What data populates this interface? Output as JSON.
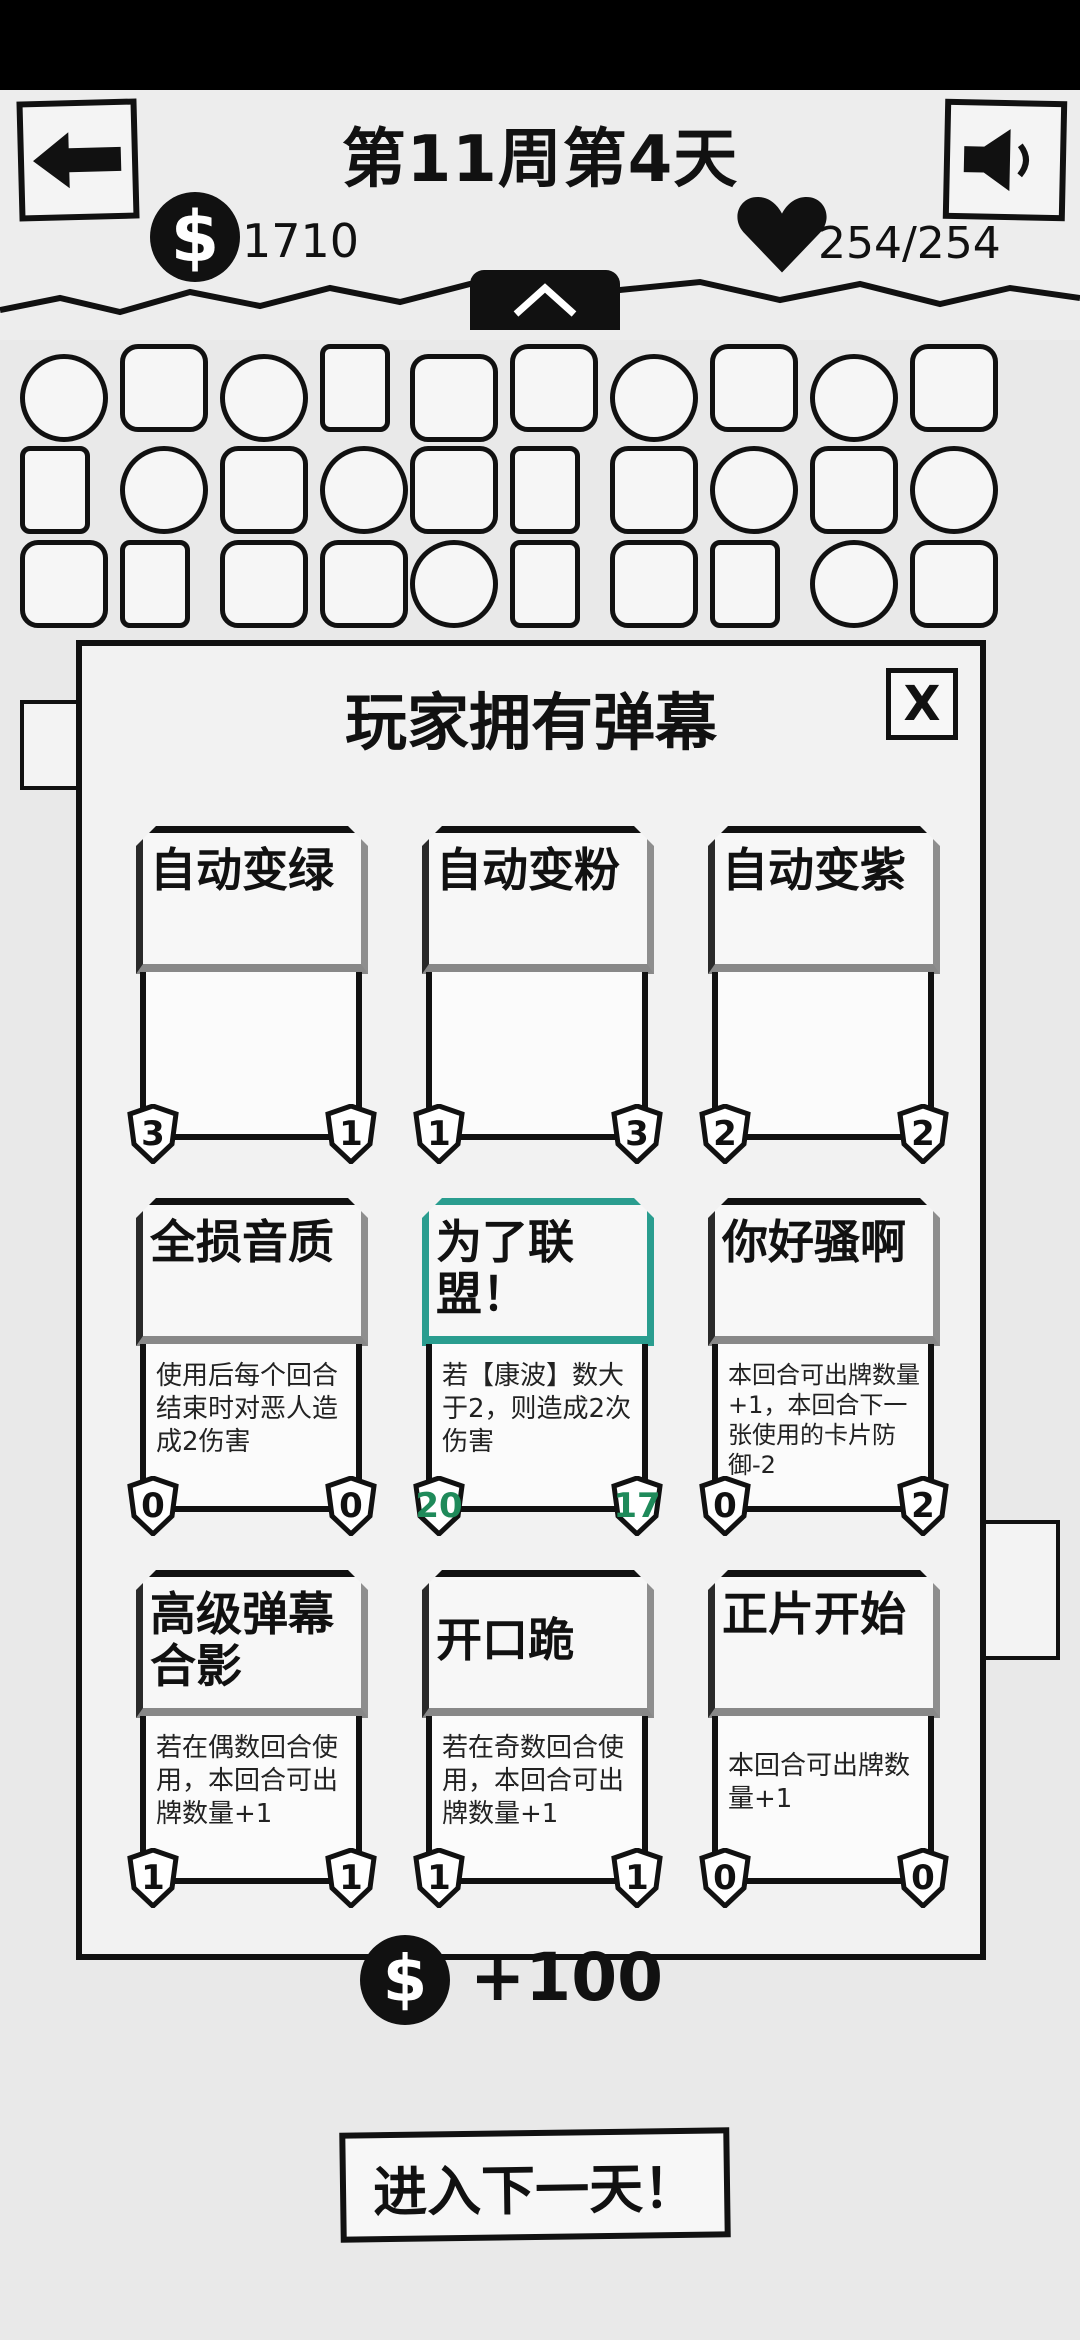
{
  "header": {
    "day_title": "第11周第4天",
    "money_symbol": "$",
    "money": "1710",
    "hp": "254/254"
  },
  "modal": {
    "title": "玩家拥有弹幕",
    "close_label": "X",
    "cards": [
      {
        "name": "自动变绿",
        "desc": "",
        "left": "3",
        "right": "1"
      },
      {
        "name": "自动变粉",
        "desc": "",
        "left": "1",
        "right": "3"
      },
      {
        "name": "自动变紫",
        "desc": "",
        "left": "2",
        "right": "2"
      },
      {
        "name": "全损音质",
        "desc": "使用后每个回合结束时对恶人造成2伤害",
        "left": "0",
        "right": "0"
      },
      {
        "name": "为了联盟！",
        "desc": "若【康波】数大于2，则造成2次伤害",
        "left": "20",
        "right": "17"
      },
      {
        "name": "你好骚啊",
        "desc": "本回合可出牌数量+1，本回合下一张使用的卡片防御-2",
        "left": "0",
        "right": "2"
      },
      {
        "name": "高级弹幕合影",
        "desc": "若在偶数回合使用，本回合可出牌数量+1",
        "left": "1",
        "right": "1"
      },
      {
        "name": "开口跪",
        "desc": "若在奇数回合使用，本回合可出牌数量+1",
        "left": "1",
        "right": "1"
      },
      {
        "name": "正片开始",
        "desc": "本回合可出牌数量+1",
        "left": "0",
        "right": "0"
      }
    ]
  },
  "reward": {
    "symbol": "$",
    "value": "+100"
  },
  "footer": {
    "next_day_label": "进入下一天！"
  },
  "colors": {
    "highlight": "#2a9d8f",
    "green_stat": "#1f8a5a"
  }
}
